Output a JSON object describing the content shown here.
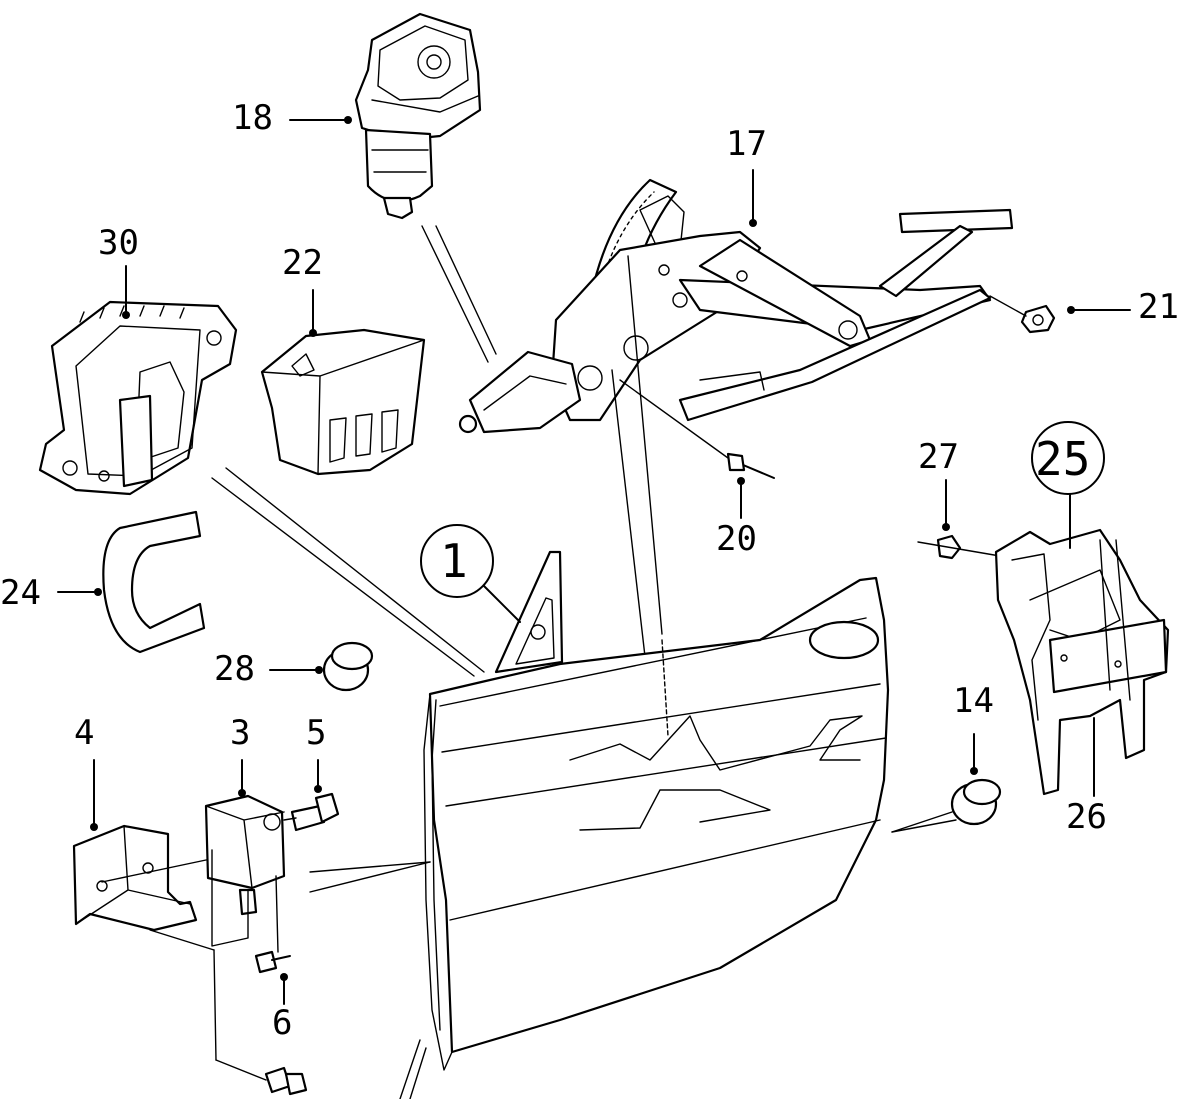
{
  "callouts": {
    "c1": "1",
    "c3": "3",
    "c4": "4",
    "c5": "5",
    "c6": "6",
    "c14": "14",
    "c17": "17",
    "c18": "18",
    "c20": "20",
    "c21": "21",
    "c22": "22",
    "c24": "24",
    "c25": "25",
    "c26": "26",
    "c27": "27",
    "c28": "28",
    "c30": "30"
  },
  "colors": {
    "ink": "#000000",
    "paper": "#ffffff"
  }
}
